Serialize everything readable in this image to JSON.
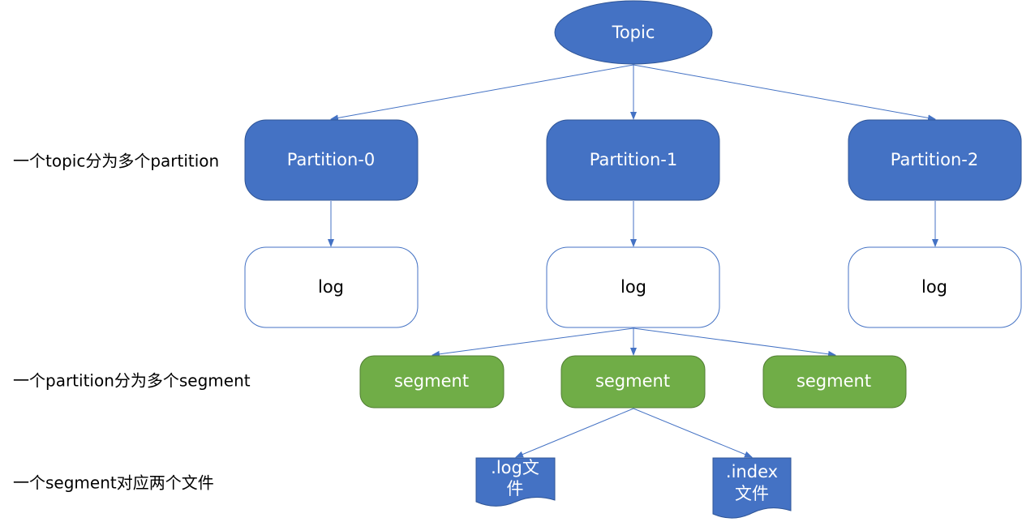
{
  "colors": {
    "blue": "#4472C4",
    "blue_border": "#2F5597",
    "green": "#70AD47",
    "green_border": "#507E32",
    "edge": "#4472C4",
    "white": "#FFFFFF",
    "text_dark": "#000000"
  },
  "captions": {
    "topic_partition": "一个topic分为多个partition",
    "partition_segment": "一个partition分为多个segment",
    "segment_files": "一个segment对应两个文件"
  },
  "topic": {
    "label": "Topic"
  },
  "partitions": [
    {
      "label": "Partition-0"
    },
    {
      "label": "Partition-1"
    },
    {
      "label": "Partition-2"
    }
  ],
  "logs": [
    {
      "label": "log"
    },
    {
      "label": "log"
    },
    {
      "label": "log"
    }
  ],
  "segments": [
    {
      "label": "segment"
    },
    {
      "label": "segment"
    },
    {
      "label": "segment"
    }
  ],
  "files": {
    "log_file": {
      "line1": ".log文",
      "line2": "件"
    },
    "index_file": {
      "line1": ".index",
      "line2": "文件"
    }
  }
}
